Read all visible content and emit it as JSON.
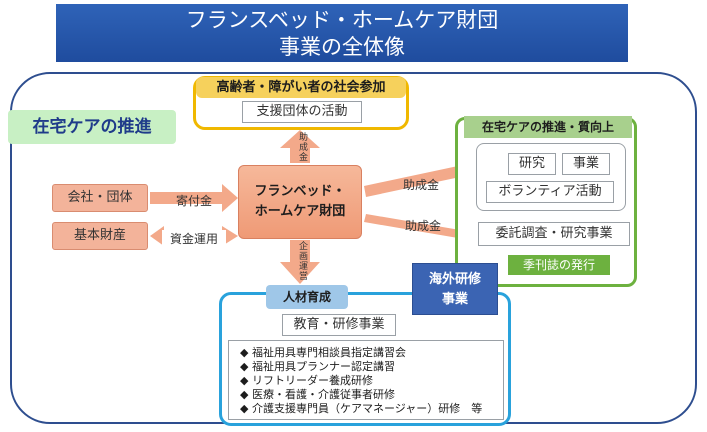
{
  "title": {
    "line1": "フランスベッド・ホームケア財団",
    "line2": "事業の全体像"
  },
  "section_label": "在宅ケアの推進",
  "social": {
    "heading": "高齢者・障がい者の社会参加",
    "item": "支援団体の活動"
  },
  "quality": {
    "heading": "在宅ケアの推進・質向上",
    "research": "研究",
    "project": "事業",
    "volunteer": "ボランティア活動",
    "commission": "委託調査・研究事業",
    "journal": "季刊誌の発行"
  },
  "foundation": {
    "line1": "フランベッド・",
    "line2": "ホームケア財団"
  },
  "sources": {
    "company": "会社・団体",
    "assets": "基本財産"
  },
  "flows": {
    "donation": "寄付金",
    "fund_management": "資金運用",
    "grant_up": "助成金",
    "grant_right1": "助成金",
    "grant_right2": "助成金",
    "planning_operation": "企画運営"
  },
  "training": {
    "heading": "人材育成",
    "item": "教育・研修事業",
    "list": [
      "福祉用具専門相談員指定講習会",
      "福祉用具プランナー認定講習",
      "リフトリーダー養成研修",
      "医療・看護・介護従事者研修",
      "介護支援専門員（ケアマネージャー）研修　等"
    ]
  },
  "overseas": {
    "line1": "海外研修",
    "line2": "事業"
  },
  "colors": {
    "title_bg": "#2f63b8",
    "arrow": "#f3a98a",
    "yellow": "#f0b800",
    "green": "#6db13f",
    "blue": "#29a2dc",
    "navy": "#3b64b3"
  }
}
